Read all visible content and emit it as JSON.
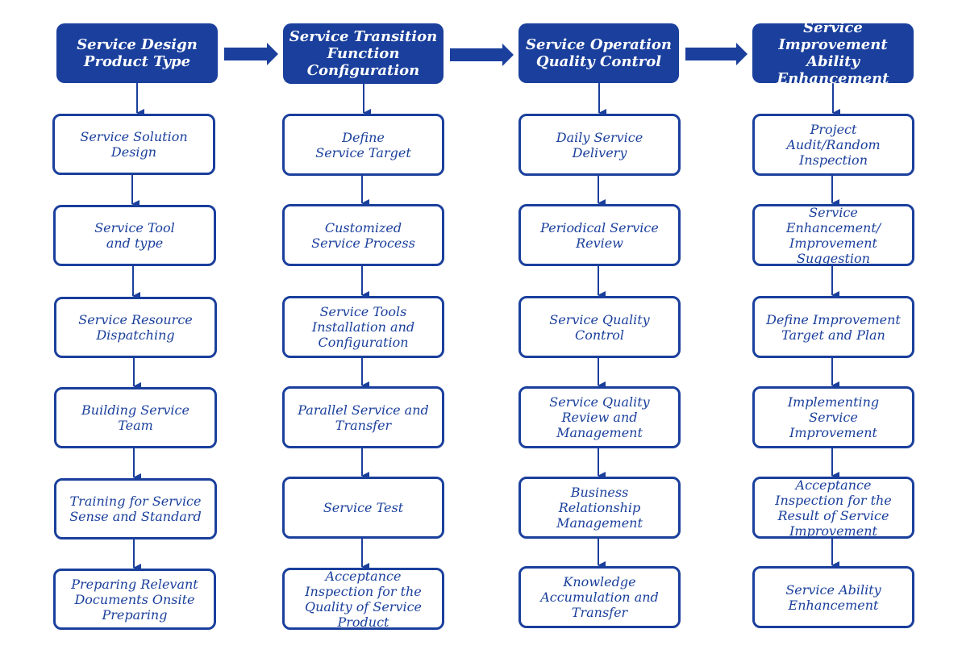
{
  "colors": {
    "primary": "#1a3f9c",
    "background": "#ffffff"
  },
  "columns": [
    {
      "header": "Service Design\nProduct Type",
      "steps": [
        "Service Solution\nDesign",
        "Service Tool\nand type",
        "Service Resource\nDispatching",
        "Building Service\nTeam",
        "Training for Service\nSense and Standard",
        "Preparing Relevant\nDocuments Onsite\nPreparing"
      ]
    },
    {
      "header": "Service Transition\nFunction\nConfiguration",
      "steps": [
        "Define\nService Target",
        "Customized\nService Process",
        "Service Tools\nInstallation and\nConfiguration",
        "Parallel Service and\nTransfer",
        "Service Test",
        "Acceptance\nInspection for the\nQuality of Service\nProduct"
      ]
    },
    {
      "header": "Service Operation\nQuality Control",
      "steps": [
        "Daily Service\nDelivery",
        "Periodical Service\nReview",
        "Service Quality\nControl",
        "Service Quality\nReview and\nManagement",
        "Business\nRelationship\nManagement",
        "Knowledge\nAccumulation and\nTransfer"
      ]
    },
    {
      "header": "Service\nImprovement\nAbility\nEnhancement",
      "steps": [
        "Project\nAudit/Random\nInspection",
        "Service\nEnhancement/\nImprovement\nSuggestion",
        "Define Improvement\nTarget and Plan",
        "Implementing\nService\nImprovement",
        "Acceptance\nInspection for the\nResult of Service\nImprovement",
        "Service Ability\nEnhancement"
      ]
    }
  ]
}
